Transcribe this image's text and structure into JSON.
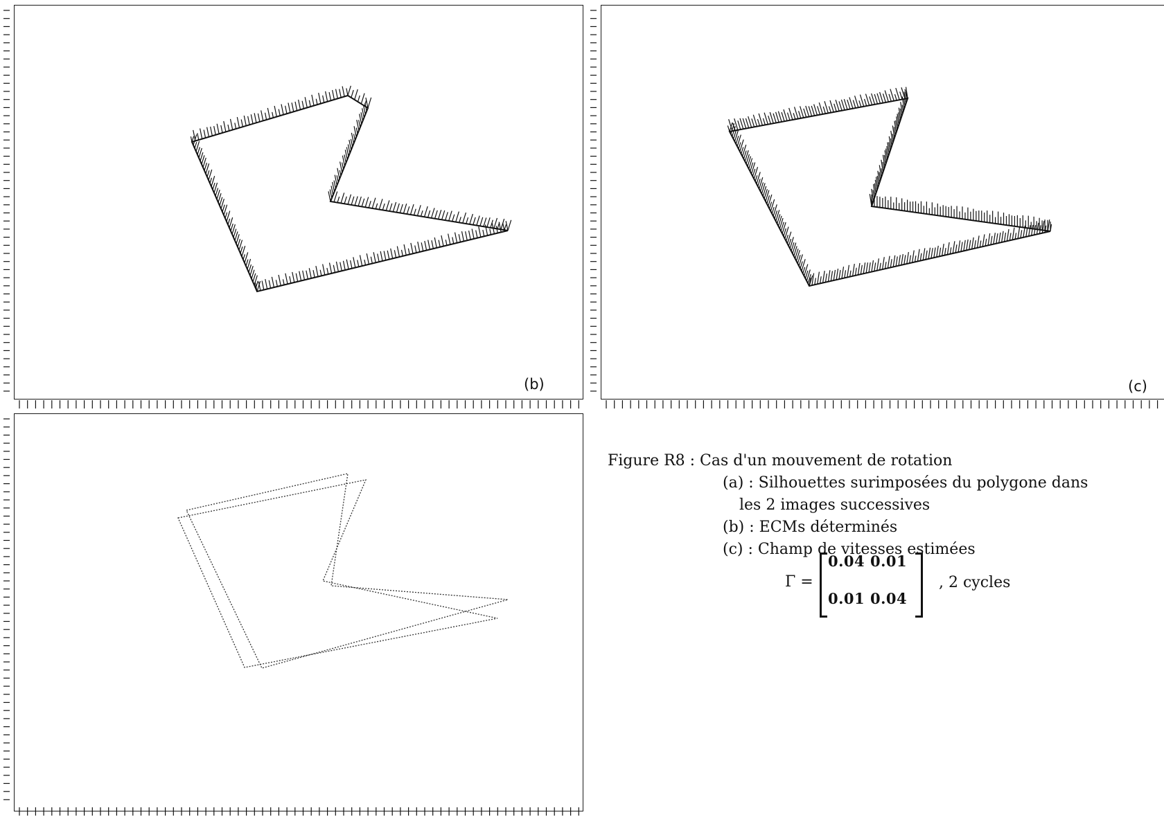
{
  "panels": {
    "b": {
      "label": "(b)"
    },
    "c": {
      "label": "(c)"
    },
    "a": {
      "label": ""
    }
  },
  "caption": {
    "line1": "Figure R8 : Cas d'un mouvement de rotation",
    "line2": "(a) : Silhouettes surimposées du polygone dans",
    "line3": "les 2 images successives",
    "line4": "(b) : ECMs déterminés",
    "line5": "(c) : Champ de vitesses estimées",
    "gamma_symbol": "Γ =",
    "matrix_row1": "0.04 0.01",
    "matrix_row2": "0.01 0.04",
    "cycles": ",  2 cycles"
  }
}
